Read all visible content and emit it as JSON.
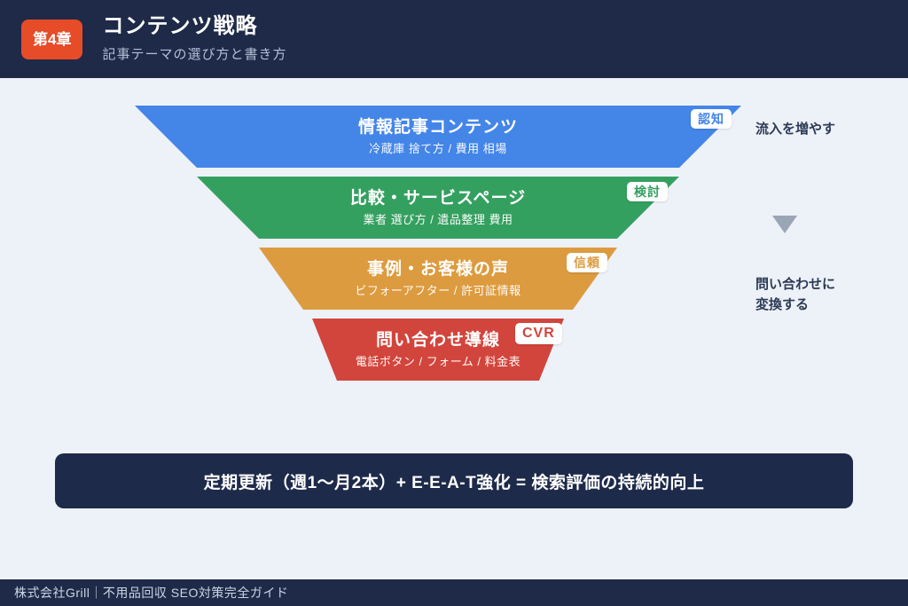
{
  "header": {
    "chapter_badge": "第4章",
    "title": "コンテンツ戦略",
    "subtitle": "記事テーマの選び方と書き方"
  },
  "funnel": {
    "levels": [
      {
        "title": "情報記事コンテンツ",
        "subtitle": "冷蔵庫 捨て方 / 費用 相場",
        "badge": "認知",
        "color": "#4485e8"
      },
      {
        "title": "比較・サービスページ",
        "subtitle": "業者 選び方 / 遺品整理 費用",
        "badge": "検討",
        "color": "#34a060"
      },
      {
        "title": "事例・お客様の声",
        "subtitle": "ビフォーアフター / 許可証情報",
        "badge": "信頼",
        "color": "#dd9b3f"
      },
      {
        "title": "問い合わせ導線",
        "subtitle": "電話ボタン / フォーム / 料金表",
        "badge": "CVR",
        "color": "#d2453c"
      }
    ]
  },
  "annotations": {
    "top": "流入を増やす",
    "bottom": "問い合わせに\n変換する",
    "arrow_icon": "down-triangle",
    "arrow_color": "#9aa5b6"
  },
  "summary": {
    "text": "定期更新（週1〜月2本）+ E-E-A-T強化 = 検索評価の持続的向上"
  },
  "footer": {
    "text": "株式会社Grill｜不用品回収 SEO対策完全ガイド"
  },
  "colors": {
    "panel_navy": "#1e2a48",
    "page_background": "#edf1f8",
    "chapter_badge_red": "#e74c29"
  }
}
